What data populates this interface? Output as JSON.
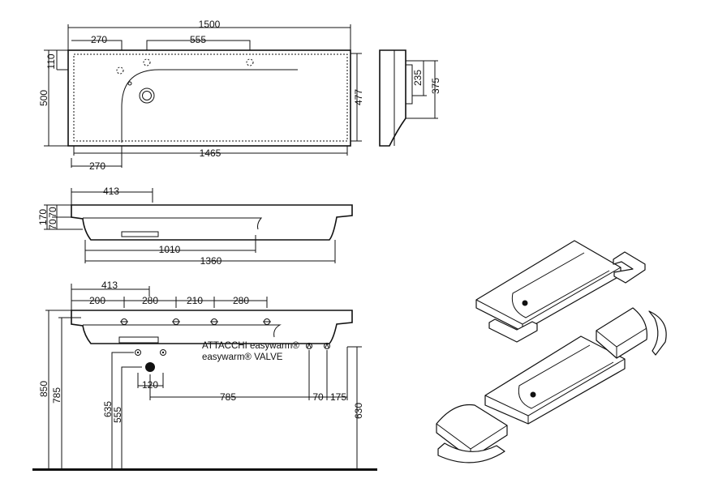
{
  "top_view": {
    "dims": {
      "width_total": "1500",
      "offset_left": "270",
      "tap_spacing": "555",
      "depth_total": "500",
      "edge_top": "110",
      "depth_inner": "477",
      "width_inner": "1465",
      "offset_bottom": "270"
    }
  },
  "side_view": {
    "dims": {
      "height_235": "235",
      "height_375": "375"
    }
  },
  "front_view": {
    "dims": {
      "offset_413": "413",
      "height_170": "170",
      "height_70": "70",
      "height_70b": "70",
      "width_1010": "1010",
      "width_1360": "1360"
    }
  },
  "install_view": {
    "dims": {
      "offset_413": "413",
      "spacing_200": "200",
      "spacing_280a": "280",
      "spacing_210": "210",
      "spacing_280b": "280",
      "height_850": "850",
      "height_785": "785",
      "height_635": "635",
      "height_555": "555",
      "width_120": "120",
      "width_785": "785",
      "width_70": "70",
      "width_175": "175",
      "height_630": "630"
    },
    "note_line1": "ATTACCHI easywarm®",
    "note_line2": "easywarm® VALVE"
  },
  "colors": {
    "line": "#111111",
    "background": "#ffffff"
  }
}
